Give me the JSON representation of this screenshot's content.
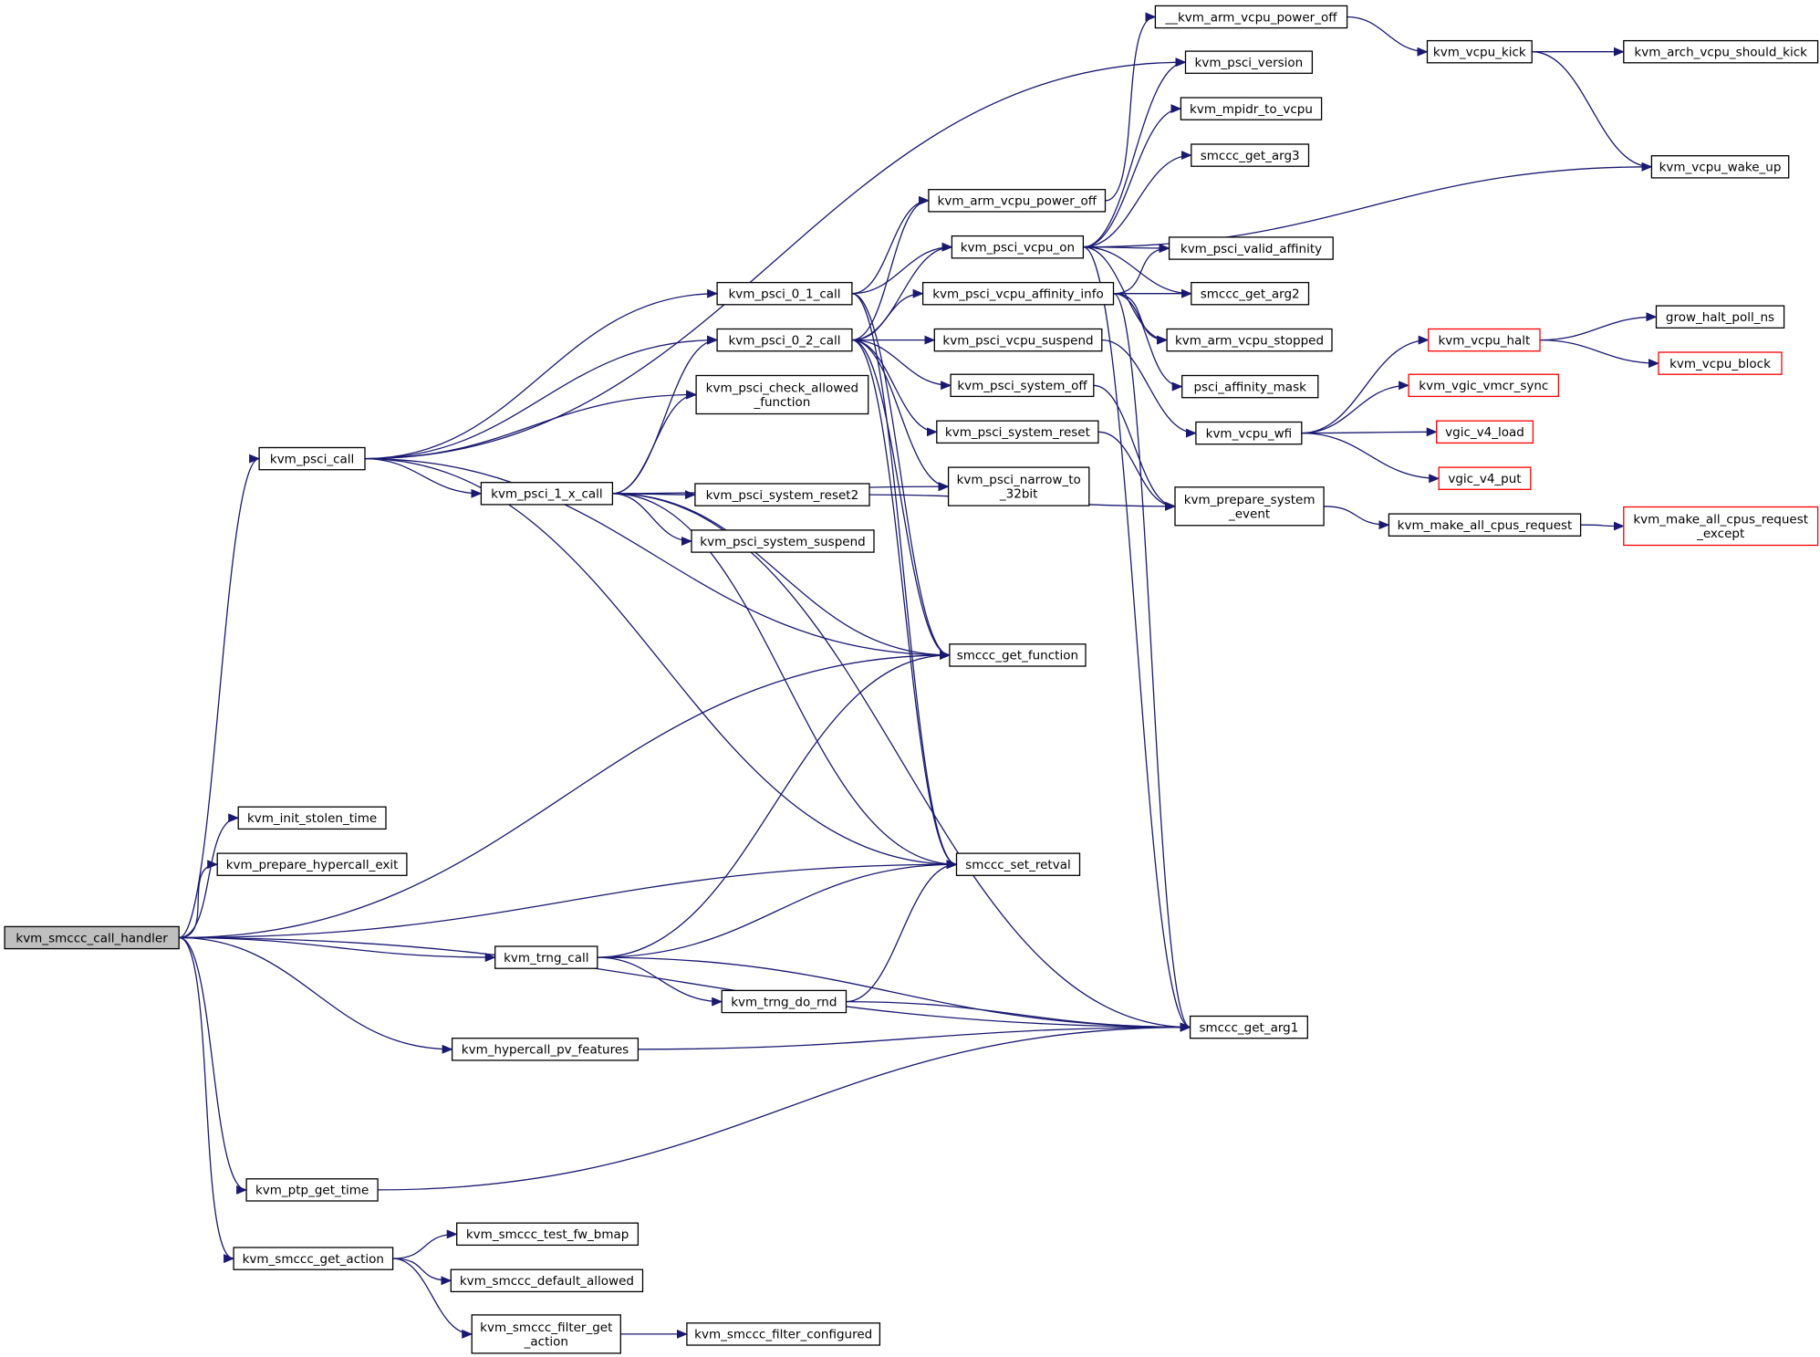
{
  "colors": {
    "edge": "#191970",
    "node_border": "#000000",
    "truncated_border": "#ff0000",
    "root_fill": "#bfbfbf",
    "node_fill": "#ffffff"
  },
  "nodes": [
    {
      "id": "kvm_smccc_call_handler",
      "lines": [
        "kvm_smccc_call_handler"
      ],
      "root": true
    },
    {
      "id": "kvm_psci_call",
      "lines": [
        "kvm_psci_call"
      ]
    },
    {
      "id": "kvm_init_stolen_time",
      "lines": [
        "kvm_init_stolen_time"
      ]
    },
    {
      "id": "kvm_prepare_hypercall_exit",
      "lines": [
        "kvm_prepare_hypercall_exit"
      ]
    },
    {
      "id": "kvm_trng_call",
      "lines": [
        "kvm_trng_call"
      ]
    },
    {
      "id": "kvm_hypercall_pv_features",
      "lines": [
        "kvm_hypercall_pv_features"
      ]
    },
    {
      "id": "kvm_ptp_get_time",
      "lines": [
        "kvm_ptp_get_time"
      ]
    },
    {
      "id": "kvm_smccc_get_action",
      "lines": [
        "kvm_smccc_get_action"
      ]
    },
    {
      "id": "kvm_psci_0_1_call",
      "lines": [
        "kvm_psci_0_1_call"
      ]
    },
    {
      "id": "kvm_psci_0_2_call",
      "lines": [
        "kvm_psci_0_2_call"
      ]
    },
    {
      "id": "kvm_psci_check_allowed_function",
      "lines": [
        "kvm_psci_check_allowed",
        "_function"
      ]
    },
    {
      "id": "kvm_psci_1_x_call",
      "lines": [
        "kvm_psci_1_x_call"
      ]
    },
    {
      "id": "kvm_trng_do_rnd",
      "lines": [
        "kvm_trng_do_rnd"
      ]
    },
    {
      "id": "kvm_smccc_test_fw_bmap",
      "lines": [
        "kvm_smccc_test_fw_bmap"
      ]
    },
    {
      "id": "kvm_smccc_default_allowed",
      "lines": [
        "kvm_smccc_default_allowed"
      ]
    },
    {
      "id": "kvm_smccc_filter_get_action",
      "lines": [
        "kvm_smccc_filter_get",
        "_action"
      ]
    },
    {
      "id": "kvm_psci_system_reset2",
      "lines": [
        "kvm_psci_system_reset2"
      ]
    },
    {
      "id": "kvm_psci_system_suspend",
      "lines": [
        "kvm_psci_system_suspend"
      ]
    },
    {
      "id": "kvm_smccc_filter_configured",
      "lines": [
        "kvm_smccc_filter_configured"
      ]
    },
    {
      "id": "kvm_arm_vcpu_power_off",
      "lines": [
        "kvm_arm_vcpu_power_off"
      ]
    },
    {
      "id": "kvm_psci_vcpu_on",
      "lines": [
        "kvm_psci_vcpu_on"
      ]
    },
    {
      "id": "kvm_psci_vcpu_affinity_info",
      "lines": [
        "kvm_psci_vcpu_affinity_info"
      ]
    },
    {
      "id": "kvm_psci_vcpu_suspend",
      "lines": [
        "kvm_psci_vcpu_suspend"
      ]
    },
    {
      "id": "kvm_psci_system_off",
      "lines": [
        "kvm_psci_system_off"
      ]
    },
    {
      "id": "kvm_psci_system_reset",
      "lines": [
        "kvm_psci_system_reset"
      ]
    },
    {
      "id": "kvm_psci_narrow_to_32bit",
      "lines": [
        "kvm_psci_narrow_to",
        "_32bit"
      ]
    },
    {
      "id": "smccc_get_function",
      "lines": [
        "smccc_get_function"
      ]
    },
    {
      "id": "smccc_set_retval",
      "lines": [
        "smccc_set_retval"
      ]
    },
    {
      "id": "smccc_get_arg1",
      "lines": [
        "smccc_get_arg1"
      ]
    },
    {
      "id": "__kvm_arm_vcpu_power_off",
      "lines": [
        "__kvm_arm_vcpu_power_off"
      ]
    },
    {
      "id": "kvm_psci_version",
      "lines": [
        "kvm_psci_version"
      ]
    },
    {
      "id": "kvm_mpidr_to_vcpu",
      "lines": [
        "kvm_mpidr_to_vcpu"
      ]
    },
    {
      "id": "smccc_get_arg3",
      "lines": [
        "smccc_get_arg3"
      ]
    },
    {
      "id": "kvm_psci_valid_affinity",
      "lines": [
        "kvm_psci_valid_affinity"
      ]
    },
    {
      "id": "smccc_get_arg2",
      "lines": [
        "smccc_get_arg2"
      ]
    },
    {
      "id": "kvm_arm_vcpu_stopped",
      "lines": [
        "kvm_arm_vcpu_stopped"
      ]
    },
    {
      "id": "psci_affinity_mask",
      "lines": [
        "psci_affinity_mask"
      ]
    },
    {
      "id": "kvm_vcpu_wfi",
      "lines": [
        "kvm_vcpu_wfi"
      ]
    },
    {
      "id": "kvm_prepare_system_event",
      "lines": [
        "kvm_prepare_system",
        "_event"
      ]
    },
    {
      "id": "kvm_vcpu_kick",
      "lines": [
        "kvm_vcpu_kick"
      ]
    },
    {
      "id": "kvm_vcpu_wake_up",
      "lines": [
        "kvm_vcpu_wake_up"
      ]
    },
    {
      "id": "kvm_arch_vcpu_should_kick",
      "lines": [
        "kvm_arch_vcpu_should_kick"
      ]
    },
    {
      "id": "kvm_vcpu_halt",
      "lines": [
        "kvm_vcpu_halt"
      ],
      "truncated": true
    },
    {
      "id": "kvm_vgic_vmcr_sync",
      "lines": [
        "kvm_vgic_vmcr_sync"
      ],
      "truncated": true
    },
    {
      "id": "vgic_v4_load",
      "lines": [
        "vgic_v4_load"
      ],
      "truncated": true
    },
    {
      "id": "vgic_v4_put",
      "lines": [
        "vgic_v4_put"
      ],
      "truncated": true
    },
    {
      "id": "kvm_make_all_cpus_request",
      "lines": [
        "kvm_make_all_cpus_request"
      ]
    },
    {
      "id": "grow_halt_poll_ns",
      "lines": [
        "grow_halt_poll_ns"
      ]
    },
    {
      "id": "kvm_vcpu_block",
      "lines": [
        "kvm_vcpu_block"
      ],
      "truncated": true
    },
    {
      "id": "kvm_make_all_cpus_request_except",
      "lines": [
        "kvm_make_all_cpus_request",
        "_except"
      ],
      "truncated": true
    }
  ],
  "edges": [
    [
      "kvm_smccc_call_handler",
      "kvm_psci_call"
    ],
    [
      "kvm_smccc_call_handler",
      "smccc_get_function"
    ],
    [
      "kvm_smccc_call_handler",
      "kvm_init_stolen_time"
    ],
    [
      "kvm_smccc_call_handler",
      "kvm_prepare_hypercall_exit"
    ],
    [
      "kvm_smccc_call_handler",
      "smccc_set_retval"
    ],
    [
      "kvm_smccc_call_handler",
      "kvm_trng_call"
    ],
    [
      "kvm_smccc_call_handler",
      "kvm_hypercall_pv_features"
    ],
    [
      "kvm_smccc_call_handler",
      "smccc_get_arg1"
    ],
    [
      "kvm_smccc_call_handler",
      "kvm_ptp_get_time"
    ],
    [
      "kvm_smccc_call_handler",
      "kvm_smccc_get_action"
    ],
    [
      "kvm_psci_call",
      "kvm_psci_version"
    ],
    [
      "kvm_psci_call",
      "kvm_psci_0_1_call"
    ],
    [
      "kvm_psci_call",
      "kvm_psci_0_2_call"
    ],
    [
      "kvm_psci_call",
      "kvm_psci_check_allowed_function"
    ],
    [
      "kvm_psci_call",
      "kvm_psci_1_x_call"
    ],
    [
      "kvm_psci_call",
      "smccc_get_function"
    ],
    [
      "kvm_psci_call",
      "smccc_set_retval"
    ],
    [
      "kvm_psci_0_1_call",
      "kvm_arm_vcpu_power_off"
    ],
    [
      "kvm_psci_0_1_call",
      "kvm_psci_vcpu_on"
    ],
    [
      "kvm_psci_0_1_call",
      "smccc_get_function"
    ],
    [
      "kvm_psci_0_1_call",
      "smccc_set_retval"
    ],
    [
      "kvm_psci_0_2_call",
      "kvm_arm_vcpu_power_off"
    ],
    [
      "kvm_psci_0_2_call",
      "kvm_psci_vcpu_on"
    ],
    [
      "kvm_psci_0_2_call",
      "kvm_psci_vcpu_affinity_info"
    ],
    [
      "kvm_psci_0_2_call",
      "kvm_psci_vcpu_suspend"
    ],
    [
      "kvm_psci_0_2_call",
      "kvm_psci_system_off"
    ],
    [
      "kvm_psci_0_2_call",
      "kvm_psci_system_reset"
    ],
    [
      "kvm_psci_0_2_call",
      "kvm_psci_narrow_to_32bit"
    ],
    [
      "kvm_psci_0_2_call",
      "smccc_get_function"
    ],
    [
      "kvm_psci_0_2_call",
      "smccc_set_retval"
    ],
    [
      "kvm_psci_1_x_call",
      "kvm_psci_0_2_call"
    ],
    [
      "kvm_psci_1_x_call",
      "kvm_psci_check_allowed_function"
    ],
    [
      "kvm_psci_1_x_call",
      "kvm_psci_narrow_to_32bit"
    ],
    [
      "kvm_psci_1_x_call",
      "kvm_psci_system_reset2"
    ],
    [
      "kvm_psci_1_x_call",
      "kvm_psci_system_suspend"
    ],
    [
      "kvm_psci_1_x_call",
      "smccc_get_function"
    ],
    [
      "kvm_psci_1_x_call",
      "smccc_set_retval"
    ],
    [
      "kvm_psci_1_x_call",
      "smccc_get_arg1"
    ],
    [
      "kvm_trng_call",
      "smccc_get_function"
    ],
    [
      "kvm_trng_call",
      "smccc_set_retval"
    ],
    [
      "kvm_trng_call",
      "kvm_trng_do_rnd"
    ],
    [
      "kvm_trng_call",
      "smccc_get_arg1"
    ],
    [
      "kvm_trng_do_rnd",
      "smccc_set_retval"
    ],
    [
      "kvm_trng_do_rnd",
      "smccc_get_arg1"
    ],
    [
      "kvm_hypercall_pv_features",
      "smccc_get_arg1"
    ],
    [
      "kvm_ptp_get_time",
      "smccc_get_arg1"
    ],
    [
      "kvm_smccc_get_action",
      "kvm_smccc_test_fw_bmap"
    ],
    [
      "kvm_smccc_get_action",
      "kvm_smccc_default_allowed"
    ],
    [
      "kvm_smccc_get_action",
      "kvm_smccc_filter_get_action"
    ],
    [
      "kvm_smccc_filter_get_action",
      "kvm_smccc_filter_configured"
    ],
    [
      "kvm_arm_vcpu_power_off",
      "__kvm_arm_vcpu_power_off"
    ],
    [
      "kvm_psci_vcpu_on",
      "kvm_psci_version"
    ],
    [
      "kvm_psci_vcpu_on",
      "kvm_mpidr_to_vcpu"
    ],
    [
      "kvm_psci_vcpu_on",
      "smccc_get_arg3"
    ],
    [
      "kvm_psci_vcpu_on",
      "kvm_vcpu_wake_up"
    ],
    [
      "kvm_psci_vcpu_on",
      "kvm_psci_valid_affinity"
    ],
    [
      "kvm_psci_vcpu_on",
      "smccc_get_arg2"
    ],
    [
      "kvm_psci_vcpu_on",
      "kvm_arm_vcpu_stopped"
    ],
    [
      "kvm_psci_vcpu_on",
      "smccc_get_arg1"
    ],
    [
      "kvm_psci_vcpu_affinity_info",
      "kvm_psci_valid_affinity"
    ],
    [
      "kvm_psci_vcpu_affinity_info",
      "smccc_get_arg2"
    ],
    [
      "kvm_psci_vcpu_affinity_info",
      "kvm_arm_vcpu_stopped"
    ],
    [
      "kvm_psci_vcpu_affinity_info",
      "psci_affinity_mask"
    ],
    [
      "kvm_psci_vcpu_affinity_info",
      "smccc_get_arg1"
    ],
    [
      "kvm_psci_vcpu_suspend",
      "kvm_vcpu_wfi"
    ],
    [
      "kvm_psci_system_off",
      "kvm_prepare_system_event"
    ],
    [
      "kvm_psci_system_reset",
      "kvm_prepare_system_event"
    ],
    [
      "kvm_psci_system_reset2",
      "kvm_prepare_system_event"
    ],
    [
      "__kvm_arm_vcpu_power_off",
      "kvm_vcpu_kick"
    ],
    [
      "kvm_vcpu_kick",
      "kvm_arch_vcpu_should_kick"
    ],
    [
      "kvm_vcpu_kick",
      "kvm_vcpu_wake_up"
    ],
    [
      "kvm_vcpu_wfi",
      "kvm_vcpu_halt"
    ],
    [
      "kvm_vcpu_wfi",
      "kvm_vgic_vmcr_sync"
    ],
    [
      "kvm_vcpu_wfi",
      "vgic_v4_load"
    ],
    [
      "kvm_vcpu_wfi",
      "vgic_v4_put"
    ],
    [
      "kvm_vcpu_halt",
      "grow_halt_poll_ns"
    ],
    [
      "kvm_vcpu_halt",
      "kvm_vcpu_block"
    ],
    [
      "kvm_prepare_system_event",
      "kvm_make_all_cpus_request"
    ],
    [
      "kvm_make_all_cpus_request",
      "kvm_make_all_cpus_request_except"
    ]
  ]
}
